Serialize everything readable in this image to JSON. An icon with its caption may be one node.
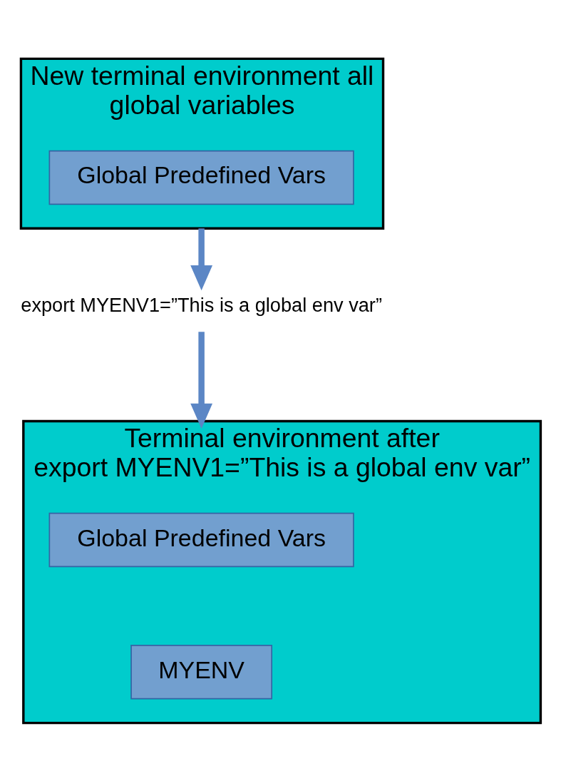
{
  "diagram": {
    "nodes": [
      {
        "text": [
          "New terminal environment all global variables"
        ]
      },
      {
        "text": [
          "Global Predefined Vars"
        ],
        "in": 0
      },
      {
        "text": [
          "export MYENV1=”This is a global env var”"
        ]
      },
      {
        "text": [
          "Terminal environment after",
          "export MYENV1=”This is a global env var”"
        ]
      },
      {
        "text": [
          "Global Predefined Vars"
        ],
        "in": 3
      },
      {
        "text": [
          "MYENV"
        ],
        "in": 3
      }
    ],
    "edges": [
      {
        "from": 0,
        "to": 2,
        "arrow": "to"
      },
      {
        "from": 2,
        "to": 3,
        "arrow": "to"
      }
    ]
  }
}
